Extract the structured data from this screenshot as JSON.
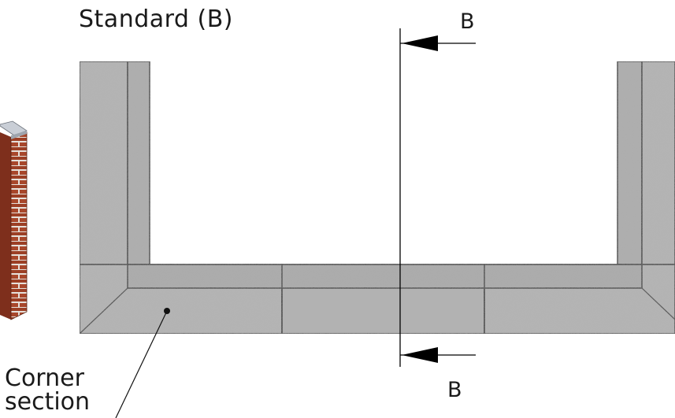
{
  "title": "Standard (B)",
  "section_marker": {
    "top_label": "B",
    "bottom_label": "B"
  },
  "callout": {
    "line1": "Corner",
    "line2": "section"
  },
  "colors": {
    "concrete": "#b4b4b4",
    "concrete_dark": "#a9a9a9",
    "outline": "#3a3a3a",
    "brick": "#a8472b",
    "brick_mortar": "#e6e0da",
    "coping": "#c9ced6",
    "arrow": "#000000"
  },
  "icons": [
    "brick-pier-icon",
    "section-arrow-icon"
  ]
}
